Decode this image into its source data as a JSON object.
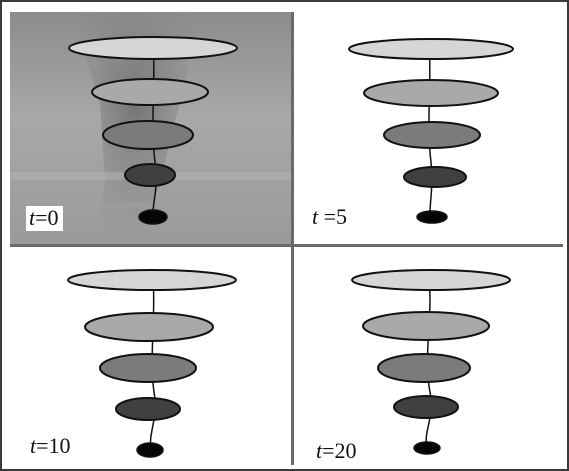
{
  "panels": [
    {
      "id": "t0",
      "var": "t",
      "rest": "=0",
      "background": "photo"
    },
    {
      "id": "t5",
      "var": "t",
      "rest": " =5",
      "background": "white"
    },
    {
      "id": "t10",
      "var": "t",
      "rest": "=10",
      "background": "white"
    },
    {
      "id": "t20",
      "var": "t",
      "rest": "=20",
      "background": "white"
    }
  ],
  "colors": {
    "layer1": "#d6d6d6",
    "layer2": "#a9a9a9",
    "layer3": "#7b7b7b",
    "layer4": "#404040",
    "layer5": "#050505",
    "border": "#3a3a3a",
    "divider": "#6a6a6a"
  }
}
